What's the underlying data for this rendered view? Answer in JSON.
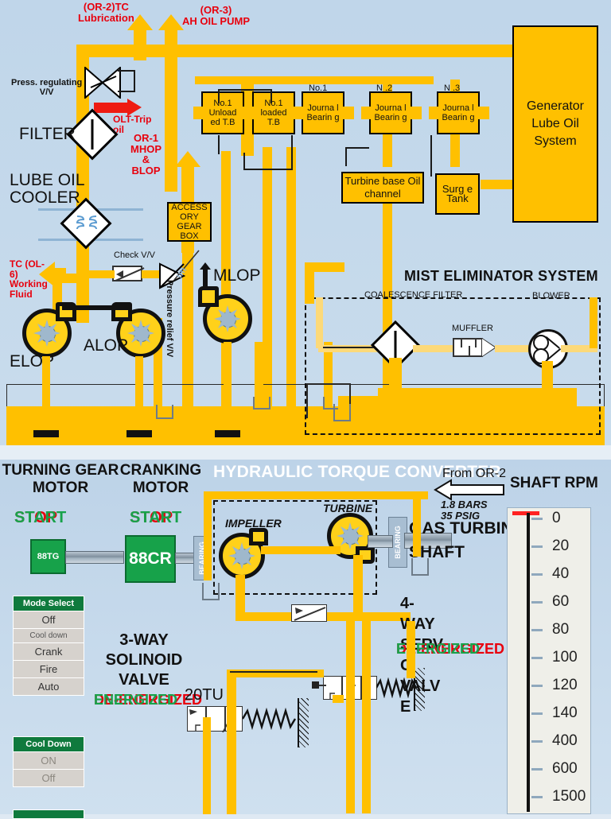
{
  "top_panel": {
    "arrows": {
      "or2": "(OR-2)TC\nLubrication",
      "or3": "(OR-3)\nAH OIL PUMP",
      "or1": "OR-1\nMHOP\n&\nBLOP"
    },
    "labels": {
      "press_reg_valve": "Press. regulating\nV/V",
      "filter": "FILTER",
      "olt_trip": "OLT-Trip\noil",
      "lube_oil_cooler": "LUBE OIL\nCOOLER",
      "tc_working_fluid": "TC (OL-\n6)\nWorking\nFluid",
      "check_valve": "Check V/V",
      "pressure_relief_valve": "Pressure relief V/V",
      "mlop": "MLOP",
      "alop": "ALOP",
      "elop": "ELOP",
      "mist_eliminator_title": "MIST ELIMINATOR SYSTEM",
      "coalescence_filter": "COALESCENCE FILTER",
      "muffler": "MUFFLER",
      "blower": "BLOWER"
    },
    "boxes": {
      "accessory_gear_box": "ACCESS\nORY\nGEAR\nBOX",
      "bearing1": "No.1\nUnload\ned T.B",
      "bearing2": "No.1\nloaded\nT.B",
      "bearing3_top": "No.1",
      "bearing3": "Journa\nl\nBearin\ng",
      "bearing4_top": "N .2",
      "bearing4": "Journa\nl\nBearin\ng",
      "bearing5_top": "N .3",
      "bearing5": "Journa\nl\nBearin\ng",
      "turbine_base": "Turbine base\nOil channel",
      "surge_tank": "Surg\ne\nTank",
      "generator": "Generator\nLube Oil\nSystem"
    }
  },
  "bottom_panel": {
    "titles": {
      "turning_gear_motor": "TURNING GEAR\nMOTOR",
      "cranking_motor": "CRANKING\nMOTOR",
      "hydraulic_torque_converter": "HYDRAULIC TORQUE CONVERTER",
      "shaft_rpm": "SHAFT RPM"
    },
    "status": {
      "stop": "STOP",
      "start": "START",
      "de_energized": "DE-ENERGIZED",
      "energized": "ENERGIZED"
    },
    "motors": {
      "turning_gear_tag": "88TG",
      "cranking_tag": "88CR"
    },
    "labels": {
      "impeller": "IMPELLER",
      "turbine": "TURBINE",
      "bearing": "BEARING",
      "gas_turbine_shaft": "GAS TURBINE\nSHAFT",
      "from_or2": "From OR-2",
      "pressure_bars": "1.8 BARS",
      "pressure_psig": "35 PSIG",
      "three_way_valve": "3-WAY\nSOLINOID\nVALVE",
      "four_way_valve": "4-\nWAY\nSERV\nO\nVALV\nE",
      "tag_20tu": "20TU"
    },
    "mode_select": {
      "header": "Mode Select",
      "items": [
        "Off",
        "Cool down",
        "Crank",
        "Fire",
        "Auto"
      ]
    },
    "cool_down": {
      "header": "Cool Down",
      "items": [
        "ON",
        "Off"
      ]
    },
    "rpm_scale": {
      "ticks": [
        "0",
        "20",
        "40",
        "60",
        "80",
        "100",
        "120",
        "140",
        "400",
        "600",
        "1500"
      ]
    }
  },
  "colors": {
    "pipe": "#FFC000",
    "pipe_light": "#fcd979",
    "background_top": "#c3d8ea",
    "background_bottom": "#bdd3e8",
    "status_red": "#e8000d",
    "status_green": "#17a24a",
    "motor_green": "#17a24a",
    "header_green": "#0f7a3d"
  }
}
